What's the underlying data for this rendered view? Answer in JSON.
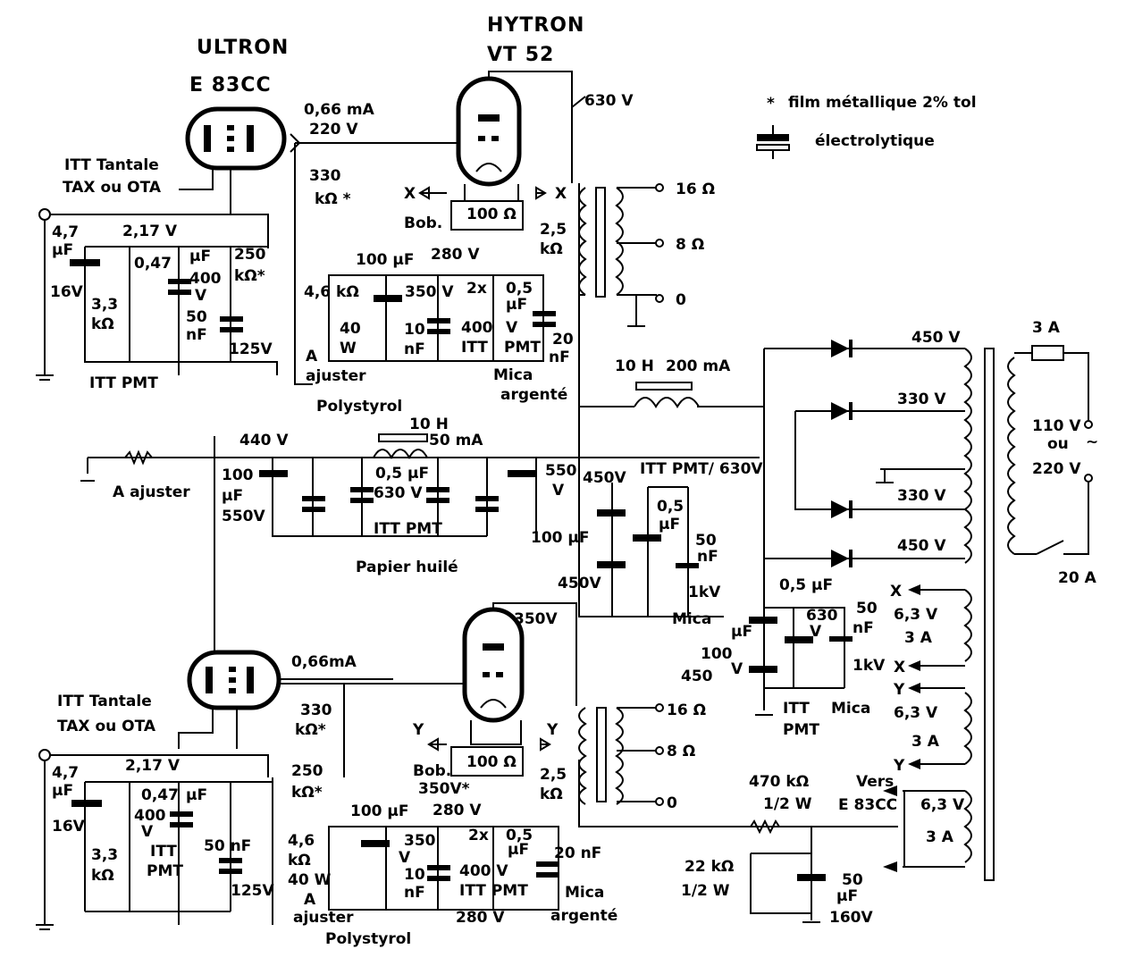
{
  "legend": {
    "film": "film métallique 2% tol",
    "electro": "électrolytique"
  },
  "tubes": {
    "ultron_name": "ULTRON",
    "ultron_type": "E 83CC",
    "hytron_name": "HYTRON",
    "hytron_type": "VT 52"
  },
  "top": {
    "in_cap1": "4,7",
    "in_cap2": "μF",
    "in_cap3": "16V",
    "tantale1": "ITT Tantale",
    "tantale2": "TAX ou OTA",
    "r33_1": "3,3",
    "r33_2": "kΩ",
    "v217": "2,17 V",
    "c047": "0,47",
    "c_uf": "μF",
    "c400": "400",
    "c_v": "V",
    "c50": "50",
    "c_nf": "nF",
    "v125": "125V",
    "itt_pmt": "ITT PMT",
    "r250_1": "250",
    "r250_2": "kΩ*",
    "ma066": "0,66 mA",
    "v220": "220 V",
    "r330_1": "330",
    "r330_2": "kΩ *",
    "x_left": "X",
    "x_right": "X",
    "bob": "Bob.",
    "r100": "100 Ω",
    "v280": "280 V",
    "c100uf": "100 μF",
    "r46": "4,6 kΩ",
    "r40": "40",
    "rW": "W",
    "aj1": "A",
    "aj2": "ajuster",
    "v350": "350 V",
    "c10_1": "10",
    "c10_2": "nF",
    "c2x": "2x",
    "c05": "0,5",
    "c05uf": "μF",
    "c400v": "400",
    "cV": "V",
    "itt": "ITT",
    "pmt": "PMT",
    "c20_1": "20",
    "c20_2": "nF",
    "mica1": "Mica",
    "mica2": "argenté",
    "polystyrol": "Polystyrol",
    "v630": "630 V",
    "r25_1": "2,5",
    "r25_2": "kΩ",
    "o16": "16 Ω",
    "o8": "8 Ω",
    "o0": "0"
  },
  "psu": {
    "v440": "440 V",
    "aj": "A ajuster",
    "c100_1": "100",
    "c100_2": "μF",
    "c550v": "550V",
    "l10h": "10 H",
    "l50ma": "50 mA",
    "c05_1": "0,5",
    "c05_2": "μF",
    "c630": "630 V",
    "ittpmt": "ITT PMT",
    "c550_1": "550",
    "c550_2": "V",
    "papier": "Papier huilé",
    "v450a": "450V",
    "ittpmt630": "ITT PMT/ 630V",
    "c05b_1": "0,5",
    "c05b_2": "μF",
    "c100b": "100 μF",
    "v450b": "450V",
    "c50_1": "50",
    "c50_2": "nF",
    "kv1": "1kV",
    "mica": "Mica",
    "l2_10h": "10 H",
    "l2_200": "200 mA",
    "s450a": "450 V",
    "s330a": "330 V",
    "s330b": "330 V",
    "s450b": "450 V",
    "fuse": "3 A",
    "mains1": "110 V",
    "mains2": "ou",
    "mains3": "220 V",
    "sw": "20 A",
    "h1x": "X",
    "h1v": "6,3 V",
    "h1a": "3 A",
    "h1x2": "X",
    "h2y": "Y",
    "h2v": "6,3 V",
    "h2a": "3 A",
    "h2y2": "Y",
    "vers": "Vers",
    "vers2": "E 83CC",
    "h3v": "6,3 V",
    "h3a": "3 A",
    "c05c": "0,5 μF",
    "c630c": "630",
    "cVc": "V",
    "c50c_1": "50",
    "c50c_2": "nF",
    "c100c": "100",
    "c450c": "450",
    "cuf": "μF",
    "cVv": "V",
    "kv2": "1kV",
    "ittc": "ITT",
    "pmtc": "PMT",
    "micac": "Mica",
    "r470": "470 kΩ",
    "r470w": "1/2 W",
    "r22": "22 kΩ",
    "r22w": "1/2 W",
    "c50d_1": "50",
    "c50d_2": "μF",
    "c160": "160V"
  },
  "bottom": {
    "ma066": "0,66mA",
    "tantale1": "ITT Tantale",
    "tantale2": "TAX ou OTA",
    "in_cap1": "4,7",
    "in_cap2": "μF",
    "in_cap3": "16V",
    "v217": "2,17 V",
    "c047": "0,47",
    "c_uf": "μF",
    "c400": "400",
    "c_v": "V",
    "itt": "ITT",
    "pmt": "PMT",
    "r33_1": "3,3",
    "r33_2": "kΩ",
    "c50": "50 nF",
    "v125": "125V",
    "r330_1": "330",
    "r330_2": "kΩ*",
    "r250_1": "250",
    "r250_2": "kΩ*",
    "y_left": "Y",
    "y_right": "Y",
    "bob": "Bob.",
    "r100": "100 Ω",
    "v350a": "350V",
    "v350b": "350V*",
    "v280": "280 V",
    "c100uf": "100 μF",
    "r46_1": "4,6",
    "r46_2": "kΩ",
    "r40": "40 W",
    "aj1": "A",
    "aj2": "ajuster",
    "c350": "350",
    "c350v": "V",
    "c10_1": "10",
    "c10_2": "nF",
    "c2x": "2x",
    "c05": "0,5",
    "c05uf": "μF",
    "c400v": "400 V",
    "ittpmt": "ITT PMT",
    "c20": "20 nF",
    "mica1": "Mica",
    "mica2": "argenté",
    "v280b": "280 V",
    "polystyrol": "Polystyrol",
    "r25_1": "2,5",
    "r25_2": "kΩ",
    "o16": "16 Ω",
    "o8": "8 Ω",
    "o0": "0"
  }
}
